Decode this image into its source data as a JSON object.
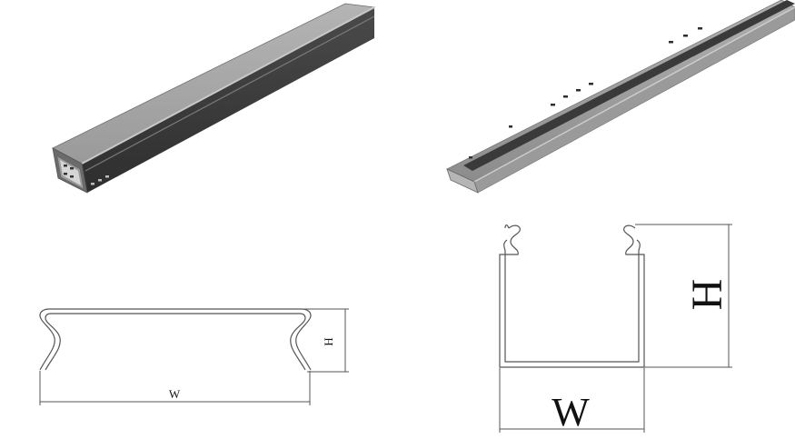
{
  "cover_drawing": {
    "width_label": "W",
    "height_label": "H"
  },
  "base_drawing": {
    "width_label": "W",
    "height_label": "H"
  },
  "colors": {
    "metal_light": "#a8a8a8",
    "metal_mid": "#8a8a8a",
    "metal_dark": "#3c3c3c",
    "line": "#555555",
    "text": "#111111"
  }
}
